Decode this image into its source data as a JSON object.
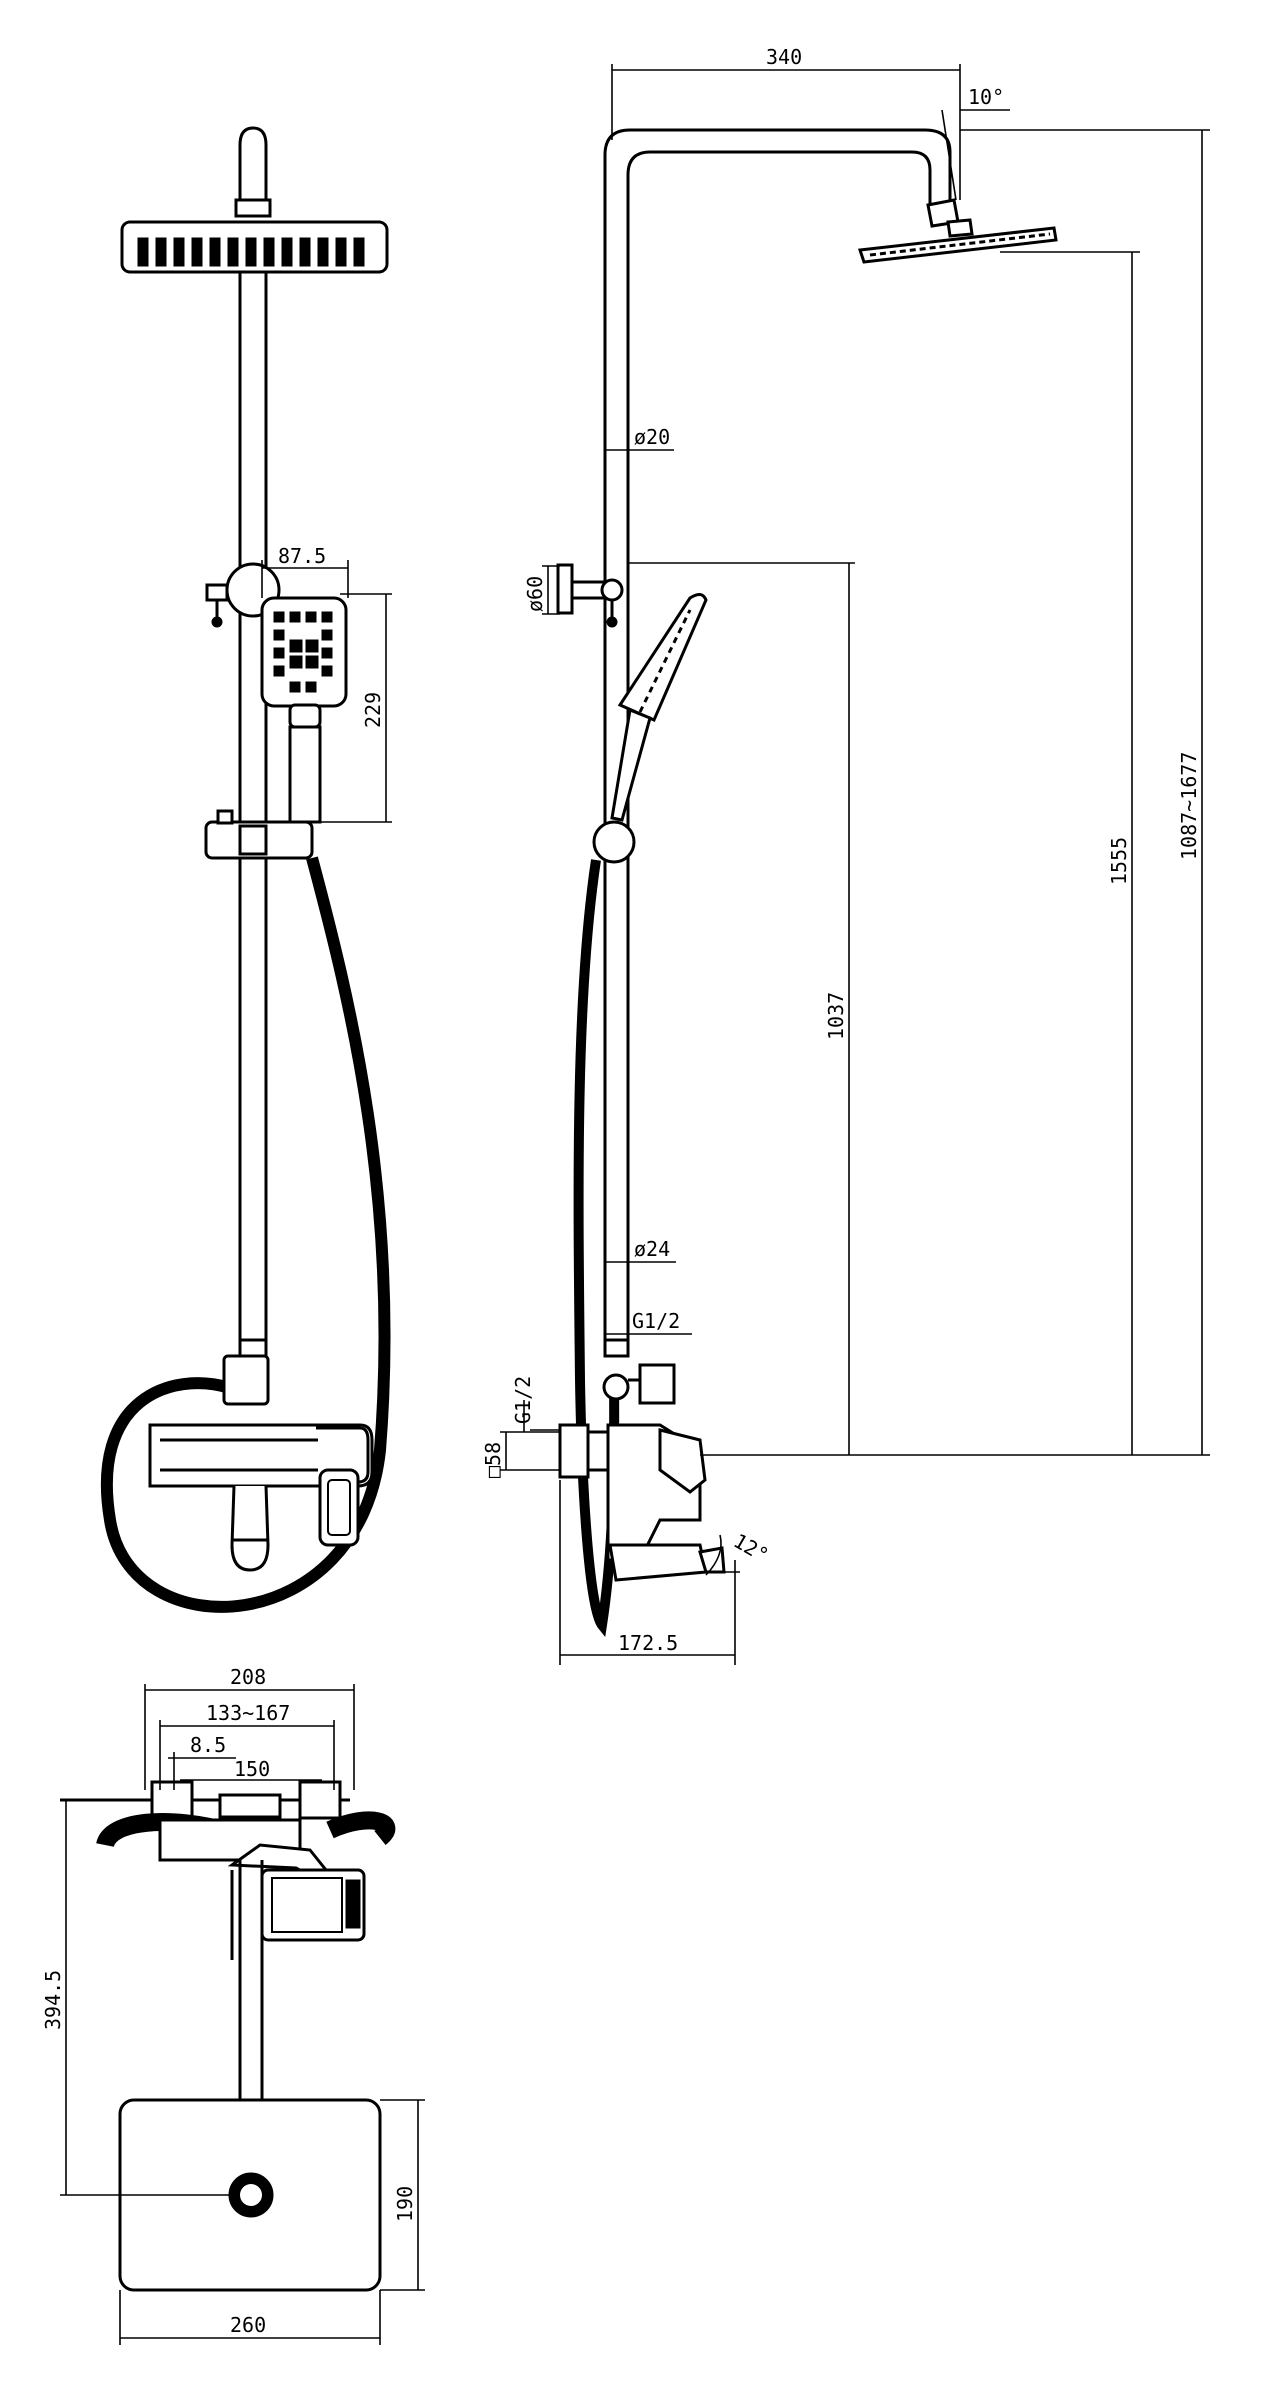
{
  "dimensions": {
    "arm_reach": "340",
    "head_tilt": "10°",
    "head_height": "1087~1677",
    "head_to_outlet": "1555",
    "pipe_dia_upper": "ø20",
    "holder_dia": "ø60",
    "bracket_height": "1037",
    "pipe_dia_lower": "ø24",
    "thread_top": "G1/2",
    "thread_side": "G1/2",
    "body_square": "□58",
    "spout_angle": "12°",
    "spout_reach": "172.5",
    "handshower_width": "87.5",
    "handshower_length": "229",
    "plan_total_width": "208",
    "plan_centers": "133~167",
    "plan_eccentric": "8.5",
    "plan_150": "150",
    "plan_projection": "394.5",
    "plan_head_depth": "190",
    "plan_head_width": "260"
  }
}
